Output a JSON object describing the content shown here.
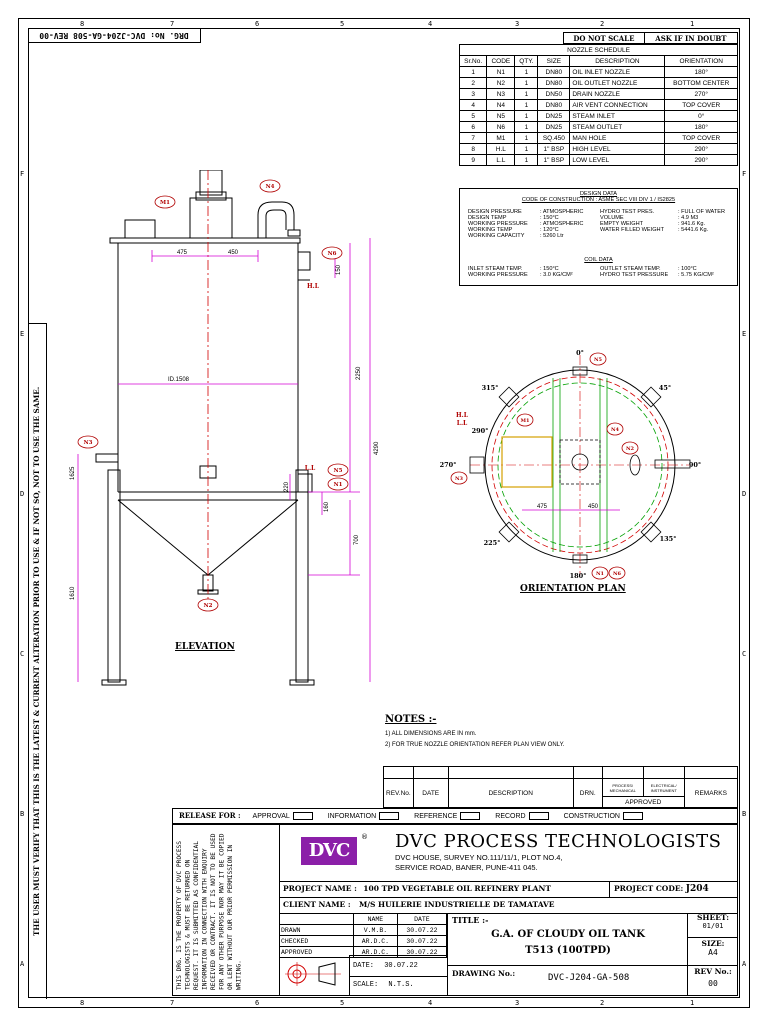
{
  "drawing_ref_rotated": "DRG. No: DVC-J204-GA-508 REV-00",
  "border_numbers": [
    "1",
    "2",
    "3",
    "4",
    "5",
    "6",
    "7",
    "8"
  ],
  "border_letters": [
    "A",
    "B",
    "C",
    "D",
    "E",
    "F"
  ],
  "side_warning": "THE USER MUST VERIFY THAT THIS IS THE LATEST & CURRENT ALTERATION PRIOR TO USE & IF NOT SO, NOT TO USE THE SAME.",
  "notice": {
    "left": "DO NOT SCALE",
    "right": "ASK IF IN DOUBT"
  },
  "nozzle_schedule": {
    "title": "NOZZLE SCHEDULE",
    "headers": [
      "Sr.No.",
      "CODE",
      "QTY.",
      "SIZE",
      "DESCRIPTION",
      "ORIENTATION"
    ],
    "rows": [
      [
        "1",
        "N1",
        "1",
        "DN80",
        "OIL INLET NOZZLE",
        "180°"
      ],
      [
        "2",
        "N2",
        "1",
        "DN80",
        "OIL OUTLET NOZZLE",
        "BOTTOM CENTER"
      ],
      [
        "3",
        "N3",
        "1",
        "DN50",
        "DRAIN NOZZLE",
        "270°"
      ],
      [
        "4",
        "N4",
        "1",
        "DN80",
        "AIR VENT CONNECTION",
        "TOP COVER"
      ],
      [
        "5",
        "N5",
        "1",
        "DN25",
        "STEAM INLET",
        "0°"
      ],
      [
        "6",
        "N6",
        "1",
        "DN25",
        "STEAM OUTLET",
        "180°"
      ],
      [
        "7",
        "M1",
        "1",
        "SQ.450",
        "MAN HOLE",
        "TOP COVER"
      ],
      [
        "8",
        "H.L",
        "1",
        "1\" BSP",
        "HIGH LEVEL",
        "290°"
      ],
      [
        "9",
        "L.L",
        "1",
        "1\" BSP",
        "LOW LEVEL",
        "290°"
      ]
    ]
  },
  "design_data": {
    "title": "DESIGN DATA",
    "code": "CODE OF CONSTRUCTION : ASME SEC VIII DIV 1 / IS2825",
    "left": [
      [
        "DESIGN PRESSURE",
        "ATMOSPHERIC"
      ],
      [
        "DESIGN TEMP",
        "150°C"
      ],
      [
        "WORKING PRESSURE",
        "ATMOSPHERIC"
      ],
      [
        "WORKING TEMP",
        "120°C"
      ],
      [
        "WORKING CAPACITY",
        "5260 Ltr"
      ]
    ],
    "right": [
      [
        "HYDRO TEST PRES.",
        "FULL OF WATER"
      ],
      [
        "VOLUME",
        "4.9 M3"
      ],
      [
        "EMPTY WEIGHT",
        "941.6 Kg."
      ],
      [
        "WATER FILLED WEIGHT",
        "5441.6 Kg."
      ]
    ]
  },
  "coil_data": {
    "title": "COIL DATA",
    "left": [
      [
        "INLET STEAM TEMP.",
        "150°C"
      ],
      [
        "WORKING PRESSURE",
        "3.0 KG/CM²"
      ]
    ],
    "right": [
      [
        "OUTLET STEAM TEMP.",
        "100°C"
      ],
      [
        "HYDRO TEST PRESSURE",
        "5.75 KG/CM²"
      ]
    ]
  },
  "elevation": {
    "title": "ELEVATION",
    "dims": [
      "475",
      "450",
      "150",
      "2250",
      "ID.1508",
      "4290",
      "1625",
      "700",
      "160",
      "220",
      "1610"
    ],
    "tags": [
      "M1",
      "N4",
      "N6",
      "N5",
      "N3",
      "N2",
      "N1"
    ],
    "level_tags": [
      "H.L",
      "L.L"
    ]
  },
  "plan": {
    "title": "ORIENTATION PLAN",
    "angles": [
      "0°",
      "45°",
      "90°",
      "135°",
      "180°",
      "225°",
      "270°",
      "315°",
      "290°"
    ],
    "tags": [
      "N5",
      "M1",
      "N3",
      "N2",
      "N4",
      "N1",
      "N6"
    ],
    "level_tags": [
      "H.L",
      "L.L"
    ],
    "dims": [
      "475",
      "450"
    ]
  },
  "notes": {
    "title": "NOTES :-",
    "items": [
      "1) ALL DIMENSIONS ARE IN mm.",
      "2) FOR TRUE NOZZLE ORIENTATION REFER PLAN VIEW ONLY."
    ]
  },
  "revision": {
    "headers": [
      "REV.No.",
      "DATE",
      "DESCRIPTION",
      "DRN.",
      "PROCESS/ MECHANICAL",
      "ELECTRICAL/ INSTRUMENT",
      "REMARKS"
    ],
    "approved": "APPROVED"
  },
  "release": {
    "label": "RELEASE FOR :",
    "options": [
      "APPROVAL",
      "INFORMATION",
      "REFERENCE",
      "RECORD",
      "CONSTRUCTION"
    ]
  },
  "property_note": "THIS DRG. IS THE PROPERTY OF DVC PROCESS TECHNOLOGISTS & MUST BE RETURNED ON REQUEST. IT IS SUBMITTED AS CONFIDENTIAL INFORMATION IN CONNECTION WITH ENQUIRY RECEIVED OR CONTRACT. IT IS NOT TO BE USED FOR ANY OTHER PURPOSE NOR MAY IT BE COPIED OR LENT WITHOUT OUR PRIOR PERMISSION IN WRITING.",
  "company": {
    "logo": "DVC",
    "name": "DVC PROCESS TECHNOLOGISTS",
    "address1": "DVC HOUSE, SURVEY NO.111/11/1, PLOT NO.4,",
    "address2": "SERVICE ROAD, BANER, PUNE-411 045."
  },
  "project": {
    "name_label": "PROJECT NAME :",
    "name": "100 TPD VEGETABLE OIL REFINERY PLANT",
    "code_label": "PROJECT CODE:",
    "code": "J204",
    "client_label": "CLIENT NAME :",
    "client": "M/S HUILERIE INDUSTRIELLE DE TAMATAVE"
  },
  "signoff": {
    "headers": [
      "",
      "NAME",
      "DATE"
    ],
    "rows": [
      [
        "DRAWN",
        "V.M.B.",
        "30.07.22"
      ],
      [
        "CHECKED",
        "AR.D.C.",
        "30.07.22"
      ],
      [
        "APPROVED",
        "AR.D.C.",
        "30.07.22"
      ]
    ],
    "date_label": "DATE:",
    "date": "30.07.22",
    "scale_label": "SCALE:",
    "scale": "N.T.S."
  },
  "title_block": {
    "title_label": "TITLE :-",
    "title1": "G.A. OF CLOUDY OIL TANK",
    "title2": "T513 (100TPD)",
    "drawing_no_label": "DRAWING No.:",
    "drawing_no": "DVC-J204-GA-508",
    "sheet_label": "SHEET:",
    "sheet": "01/01",
    "size_label": "SIZE:",
    "size": "A4",
    "rev_label": "REV No.:",
    "rev": "00"
  },
  "colors": {
    "logo_bg": "#8b1fa8",
    "dim": "#d400d4",
    "red": "#d20000",
    "green": "#00a000",
    "yellow": "#d4a000",
    "tag": "#b00000"
  }
}
